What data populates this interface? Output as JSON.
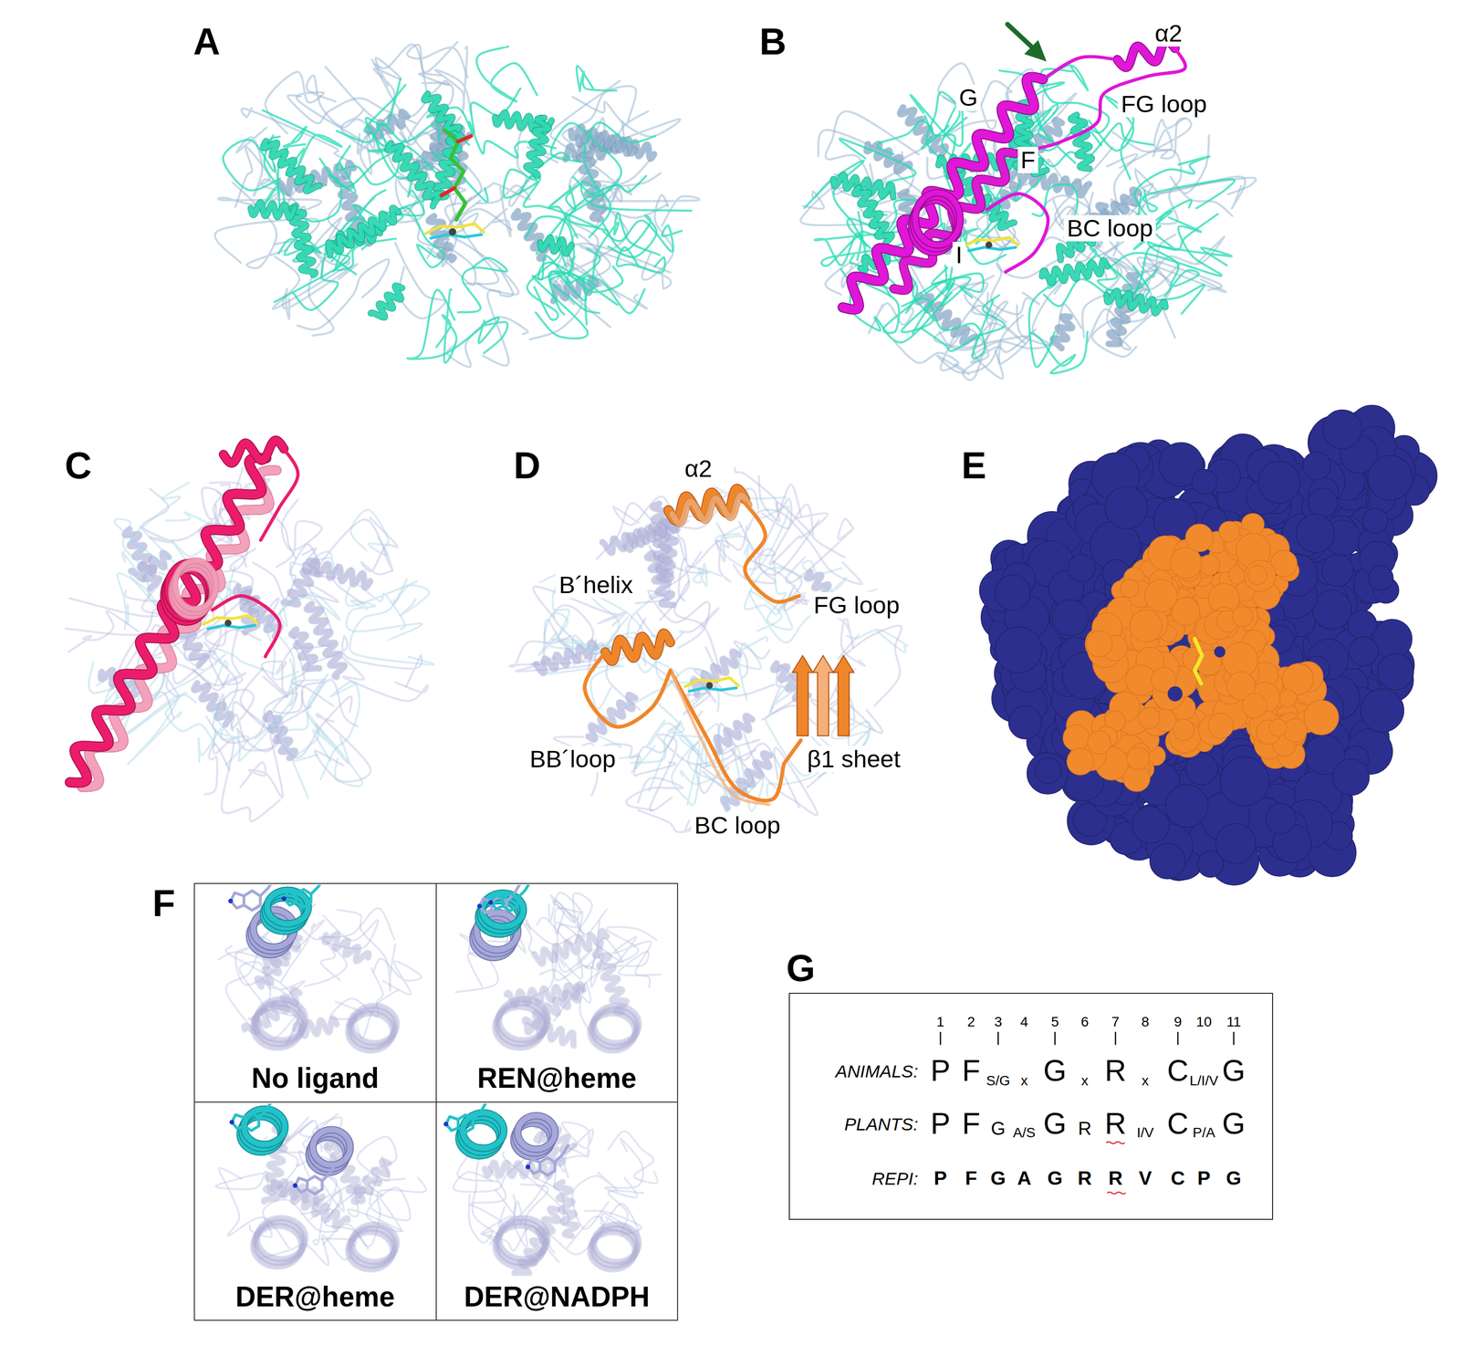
{
  "diagram": {
    "nodes": [
      {
        "text": [
          "No ligand"
        ]
      },
      {
        "text": [
          "REN@heme"
        ]
      },
      {
        "text": [
          "DER@heme"
        ]
      },
      {
        "text": [
          "DER@NADPH"
        ]
      },
      {
        "text": [
          "ANIMALS:",
          "PLANTS:",
          "REPI:"
        ]
      }
    ],
    "labels": [
      "A",
      "B",
      "α2",
      "G",
      "FG loop",
      "F",
      "BC loop",
      "I",
      "C",
      "D",
      "E",
      "α2",
      "B´helix",
      "FG loop",
      "BB´loop",
      "β1 sheet",
      "BC loop",
      "F",
      "G",
      "1",
      "2",
      "3",
      "4",
      "5",
      "6",
      "7",
      "8",
      "9",
      "10",
      "11",
      "P",
      "F",
      "S/G",
      "x",
      "G",
      "x",
      "R",
      "x",
      "C",
      "L/I/V",
      "G",
      "P",
      "F",
      "G",
      "A/S",
      "G",
      "R",
      "R",
      "I/V",
      "C",
      "P/A",
      "G",
      "P",
      "F",
      "G",
      "A",
      "G",
      "R",
      "R",
      "V",
      "C",
      "P",
      "G"
    ]
  }
}
